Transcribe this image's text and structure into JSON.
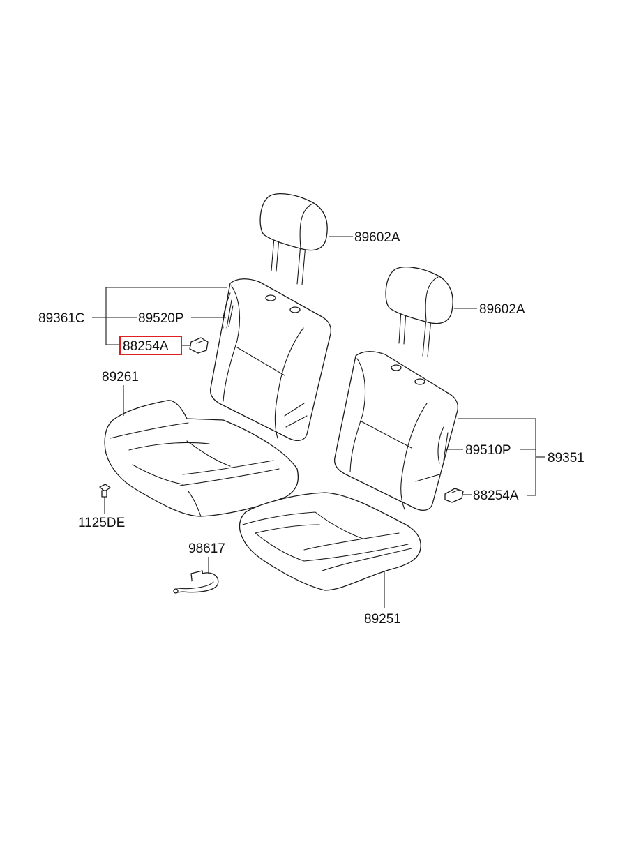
{
  "parts": {
    "headrest_left": "89602A",
    "headrest_right": "89602A",
    "back_assy_left": "89361C",
    "back_cover_left": "89520P",
    "cover_clip_left": "88254A",
    "cushion_left": "89261",
    "bolt": "1125DE",
    "sensor_harness": "98617",
    "cushion_right": "89251",
    "back_cover_right": "89510P",
    "back_assy_right": "89351",
    "cover_clip_right": "88254A"
  },
  "highlight": {
    "part": "88254A",
    "color": "#e02020"
  }
}
